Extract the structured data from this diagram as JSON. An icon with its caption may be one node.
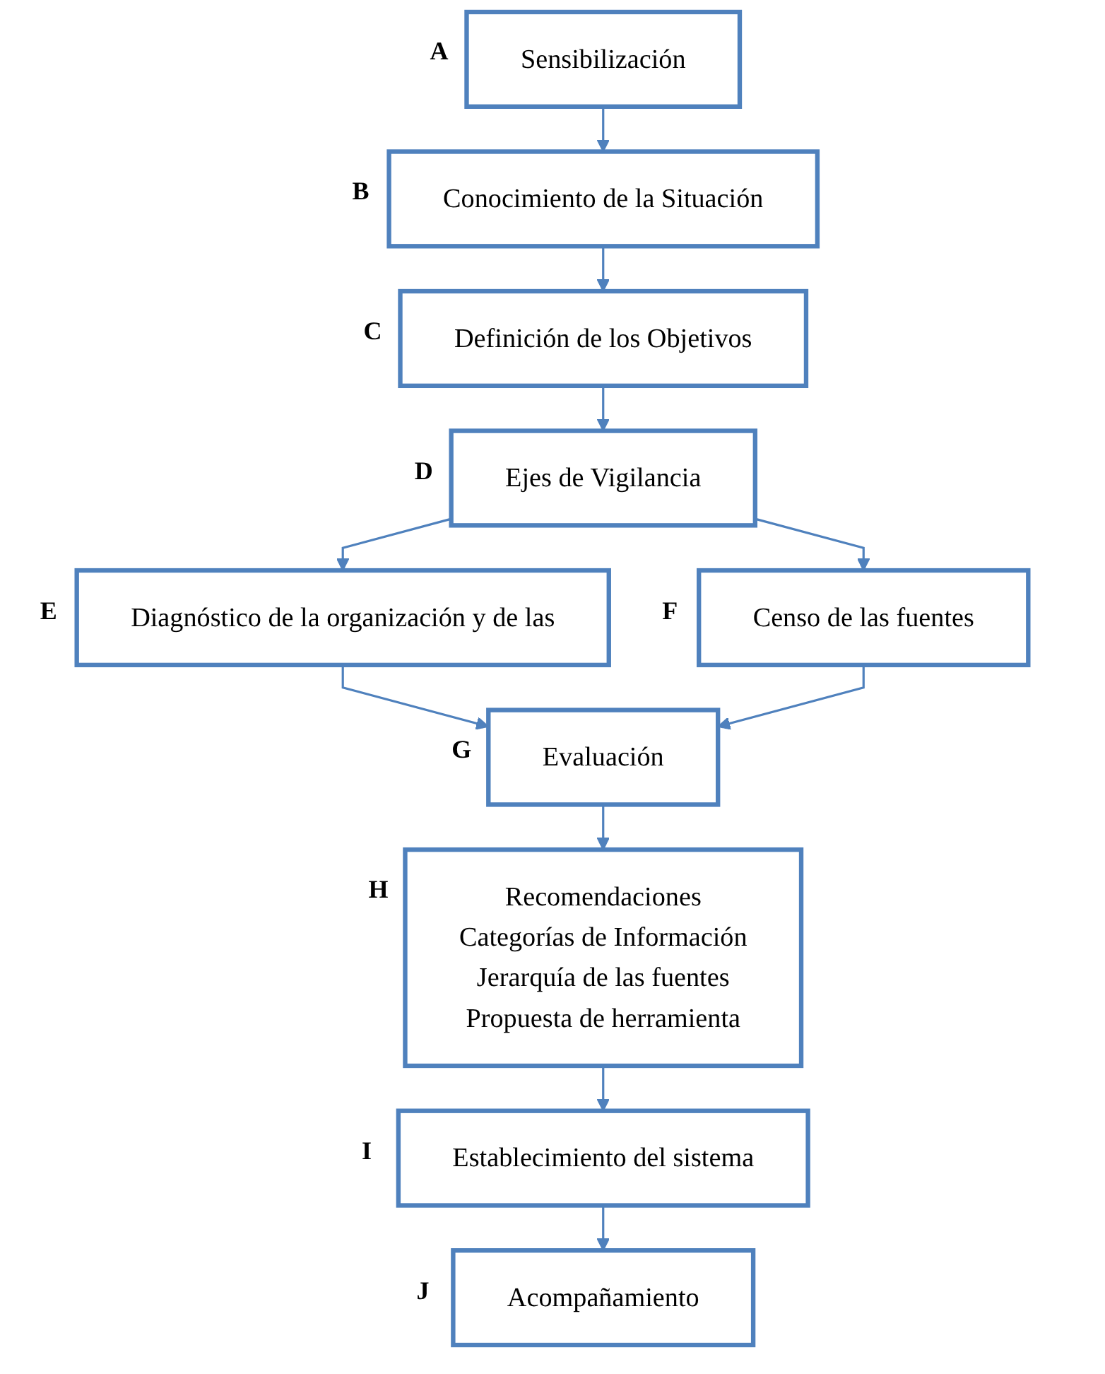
{
  "diagram": {
    "nodes": [
      {
        "text": [
          "Sensibilización"
        ],
        "beside": [
          "A"
        ]
      },
      {
        "text": [
          "Conocimiento de la Situación"
        ],
        "beside": [
          "B"
        ]
      },
      {
        "text": [
          "Definición de los Objetivos"
        ],
        "beside": [
          "C"
        ]
      },
      {
        "text": [
          "Ejes de Vigilancia"
        ],
        "beside": [
          "D"
        ]
      },
      {
        "text": [
          "Diagnóstico de la organización y de las"
        ],
        "beside": [
          "E"
        ]
      },
      {
        "text": [
          "Censo de las fuentes"
        ],
        "beside": [
          "F"
        ]
      },
      {
        "text": [
          "Evaluación"
        ],
        "beside": [
          "G"
        ]
      },
      {
        "text": [
          "Recomendaciones",
          "Categorías de Información",
          "Jerarquía de las fuentes",
          "Propuesta de herramienta"
        ],
        "beside": [
          "H"
        ]
      },
      {
        "text": [
          "Establecimiento del sistema"
        ],
        "beside": [
          "I"
        ]
      },
      {
        "text": [
          "Acompañamiento"
        ],
        "beside": [
          "J"
        ]
      }
    ],
    "edges": [
      {
        "from": 0,
        "to": 1,
        "arrow": "to"
      },
      {
        "from": 1,
        "to": 2,
        "arrow": "to"
      },
      {
        "from": 2,
        "to": 3,
        "arrow": "to"
      },
      {
        "from": 3,
        "to": 4,
        "arrow": "to"
      },
      {
        "from": 3,
        "to": 5,
        "arrow": "to"
      },
      {
        "from": 4,
        "to": 6,
        "arrow": "to"
      },
      {
        "from": 5,
        "to": 6,
        "arrow": "to"
      },
      {
        "from": 6,
        "to": 7,
        "arrow": "to"
      },
      {
        "from": 7,
        "to": 8,
        "arrow": "to"
      },
      {
        "from": 8,
        "to": 9,
        "arrow": "to"
      }
    ]
  }
}
